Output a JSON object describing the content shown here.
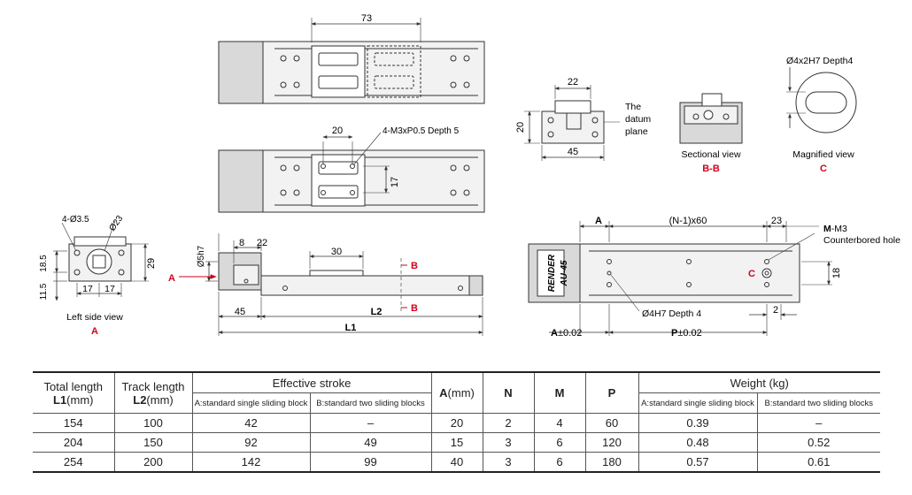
{
  "drawing": {
    "top_view": {
      "dim_stroke": "73"
    },
    "mid_view": {
      "dim_width": "20",
      "dim_height": "17",
      "note": "4-M3xP0.5 Depth 5"
    },
    "front_section": {
      "dim_top": "22",
      "dim_height": "20",
      "dim_width": "45",
      "datum_line1": "The",
      "datum_line2": "datum",
      "datum_line3": "plane"
    },
    "sectional_view": {
      "caption": "Sectional view",
      "tag": "B-B"
    },
    "magnified_view": {
      "caption": "Magnified view",
      "tag": "C",
      "note": "Ø4x2H7 Depth4"
    },
    "left_side": {
      "caption": "Left side view",
      "tag": "A",
      "note_holes": "4-Ø3.5",
      "note_bore": "Ø23",
      "dim_29": "29",
      "dim_18_5": "18.5",
      "dim_11_5": "11.5",
      "dim_17a": "17",
      "dim_17b": "17"
    },
    "side_view": {
      "arrow_a": "A",
      "dim_shaft": "Ø5h7",
      "dim_8": "8",
      "dim_22": "22",
      "dim_30": "30",
      "dim_45": "45",
      "dim_l2": "L2",
      "dim_l1": "L1",
      "section_b_top": "B",
      "section_b_bottom": "B"
    },
    "bottom_view": {
      "dim_a": "A",
      "dim_pitch": "(N-1)x60",
      "dim_23": "23",
      "note_m_bold": "M",
      "note_m_rest": "-M3",
      "note_m2": "Counterbored hole",
      "mark_c": "C",
      "dim_18": "18",
      "note_pin": "Ø4H7 Depth 4",
      "dim_2": "2",
      "dim_a_tol_bold": "A",
      "dim_a_tol_rest": "±0.02",
      "dim_p_tol_bold": "P",
      "dim_p_tol_rest": "±0.02",
      "label_brand": "RENDER",
      "label_model": "AU-45"
    }
  },
  "table": {
    "headers": {
      "total_length_1": "Total length",
      "total_length_2_bold": "L1",
      "total_length_2_rest": "(mm)",
      "track_length_1": "Track length",
      "track_length_2_bold": "L2",
      "track_length_2_rest": "(mm)",
      "effective_stroke": "Effective stroke",
      "stroke_a": "A:standard single sliding block",
      "stroke_b": "B:standard two sliding blocks",
      "a_mm_bold": "A",
      "a_mm_rest": "(mm)",
      "n": "N",
      "m": "M",
      "p": "P",
      "weight": "Weight (kg)",
      "weight_a": "A:standard single sliding block",
      "weight_b": "B:standard two sliding blocks"
    },
    "rows": [
      {
        "l1": "154",
        "l2": "100",
        "stroke_a": "42",
        "stroke_b": "–",
        "a": "20",
        "n": "2",
        "m": "4",
        "p": "60",
        "weight_a": "0.39",
        "weight_b": "–"
      },
      {
        "l1": "204",
        "l2": "150",
        "stroke_a": "92",
        "stroke_b": "49",
        "a": "15",
        "n": "3",
        "m": "6",
        "p": "120",
        "weight_a": "0.48",
        "weight_b": "0.52"
      },
      {
        "l1": "254",
        "l2": "200",
        "stroke_a": "142",
        "stroke_b": "99",
        "a": "40",
        "n": "3",
        "m": "6",
        "p": "180",
        "weight_a": "0.57",
        "weight_b": "0.61"
      }
    ]
  },
  "colors": {
    "line": "#333333",
    "accent": "#d0021b",
    "fill_light": "#f2f2f2",
    "fill_mid": "#d9d9d9"
  }
}
